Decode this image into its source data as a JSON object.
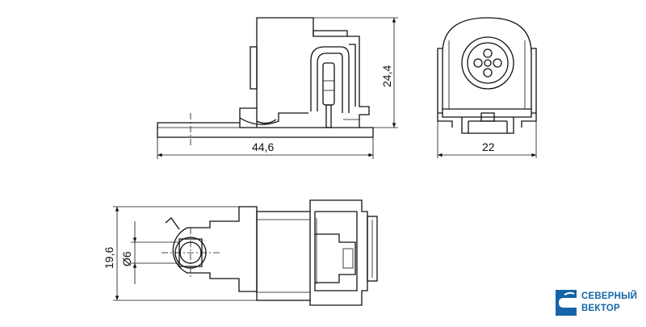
{
  "dimensions": {
    "side_length": "44,6",
    "side_height": "24,4",
    "front_width": "22",
    "top_width": "19,6",
    "hole_diameter": "Ø6"
  },
  "logo": {
    "line1": "СЕВЕРНЫЙ",
    "line2": "ВЕКТОР",
    "color": "#1565a8"
  }
}
